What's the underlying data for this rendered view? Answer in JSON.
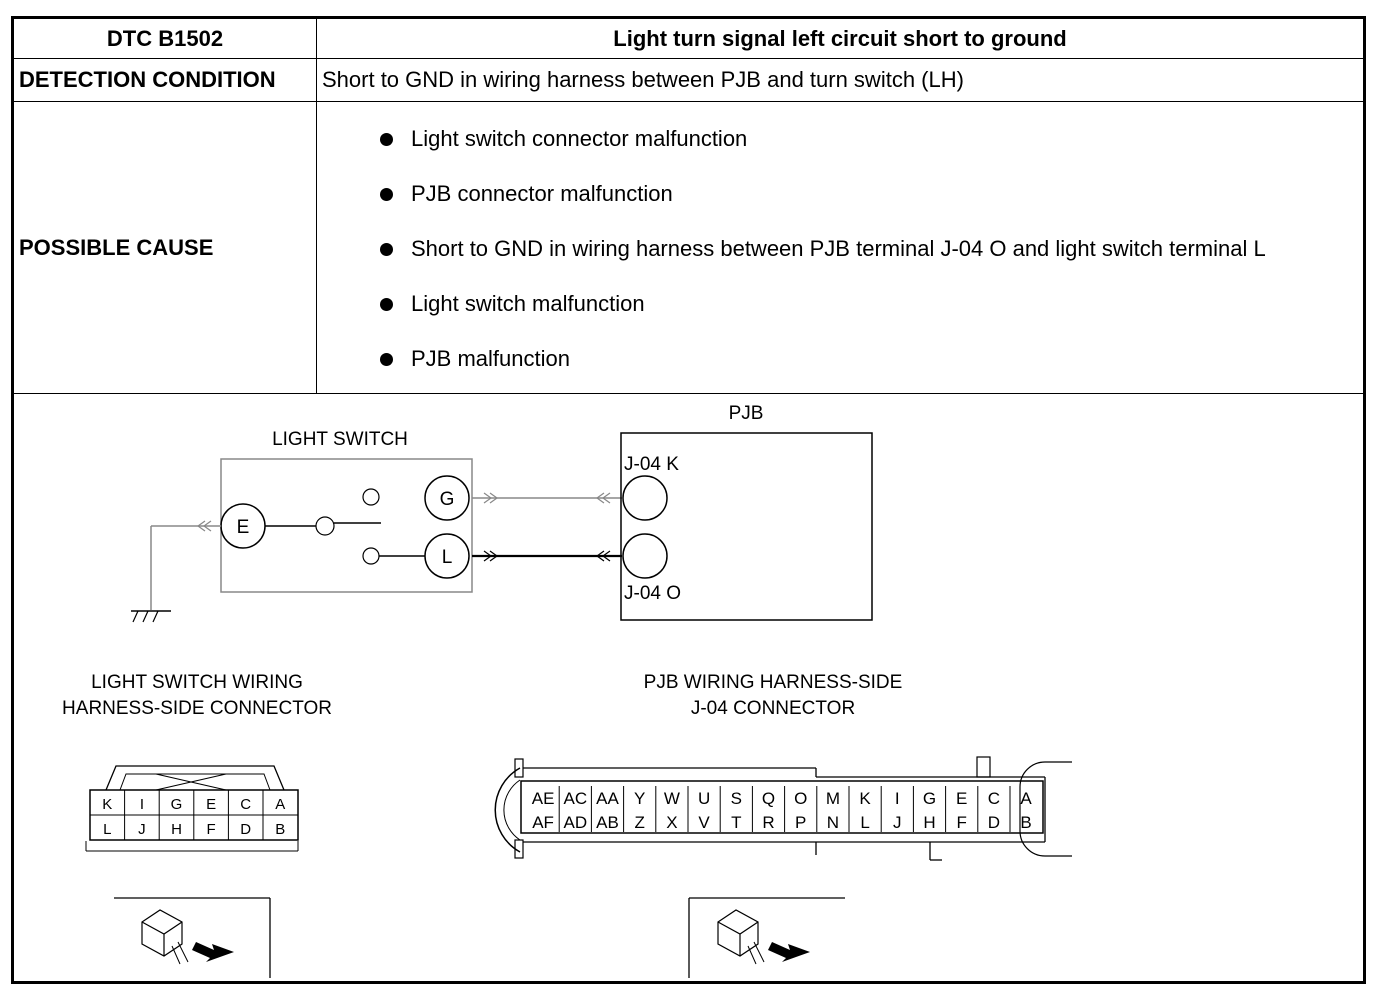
{
  "table": {
    "dtc_label": "DTC B1502",
    "dtc_title": "Light turn signal left circuit short to ground",
    "detection_label": "DETECTION CONDITION",
    "detection_text": "Short to GND in wiring harness between PJB and turn switch (LH)",
    "cause_label": "POSSIBLE CAUSE",
    "causes": [
      "Light switch connector malfunction",
      "PJB connector malfunction",
      "Short to GND in wiring harness between PJB terminal J-04 O and light switch terminal L",
      "Light switch malfunction",
      "PJB malfunction"
    ]
  },
  "diagram": {
    "light_switch_label": "LIGHT SWITCH",
    "pjb_label": "PJB",
    "terminals": {
      "e": "E",
      "g": "G",
      "l": "L"
    },
    "pjb_pin_top": "J-04 K",
    "pjb_pin_bottom": "J-04 O",
    "ls_connector_title": [
      "LIGHT SWITCH WIRING",
      "HARNESS-SIDE CONNECTOR"
    ],
    "pjb_connector_title": [
      "PJB WIRING HARNESS-SIDE",
      "J-04 CONNECTOR"
    ],
    "ls_pins_top": [
      "K",
      "I",
      "G",
      "E",
      "C",
      "A"
    ],
    "ls_pins_bottom": [
      "L",
      "J",
      "H",
      "F",
      "D",
      "B"
    ],
    "pjb_pins_top": [
      "AE",
      "AC",
      "AA",
      "Y",
      "W",
      "U",
      "S",
      "Q",
      "O",
      "M",
      "K",
      "I",
      "G",
      "E",
      "C",
      "A"
    ],
    "pjb_pins_bottom": [
      "AF",
      "AD",
      "AB",
      "Z",
      "X",
      "V",
      "T",
      "R",
      "P",
      "N",
      "L",
      "J",
      "H",
      "F",
      "D",
      "B"
    ]
  }
}
